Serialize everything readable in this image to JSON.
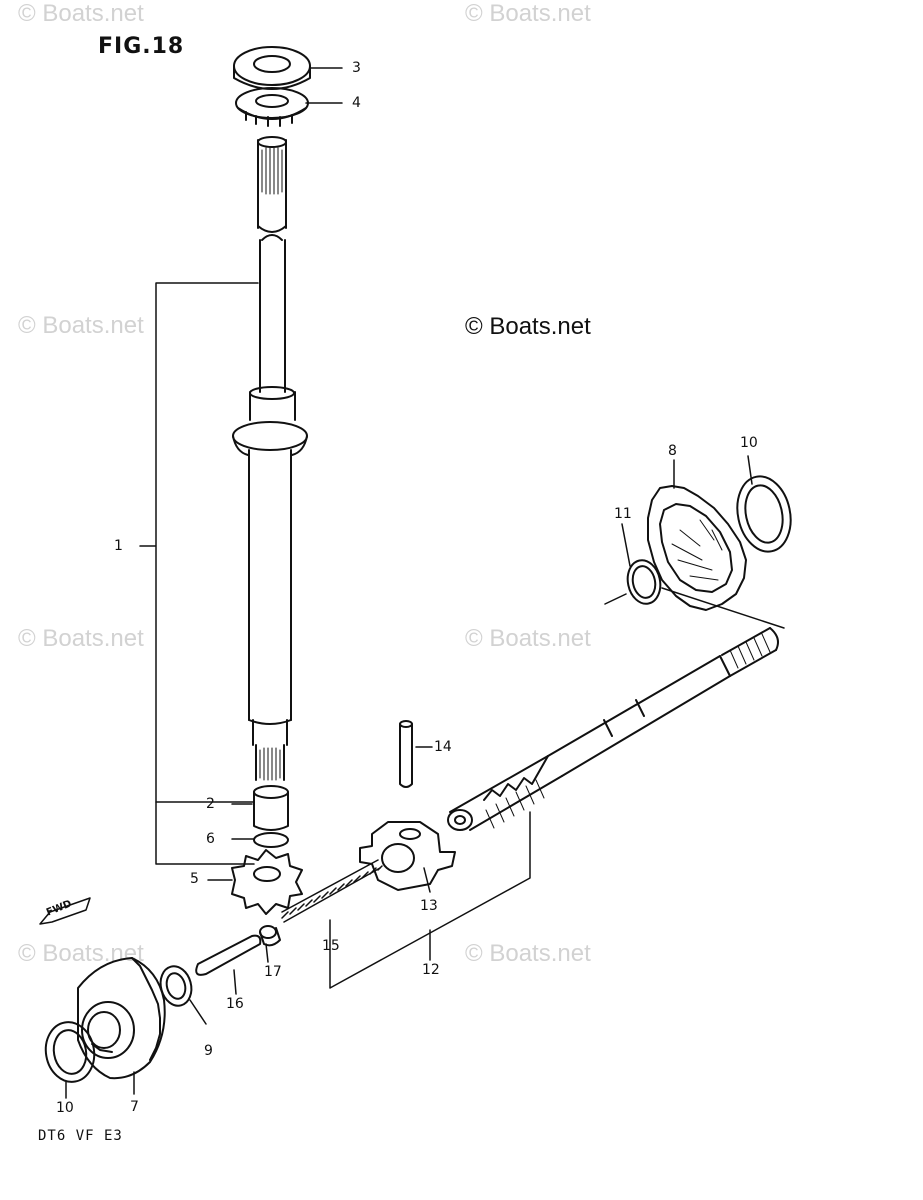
{
  "figure_label": "FIG.18",
  "model_code": "DT6  VF  E3",
  "watermark": "© Boats.net",
  "fwd_marker": "FWD",
  "callouts": {
    "c1": "1",
    "c2": "2",
    "c3": "3",
    "c4": "4",
    "c5": "5",
    "c6": "6",
    "c7": "7",
    "c8": "8",
    "c9": "9",
    "c10a": "10",
    "c10b": "10",
    "c11": "11",
    "c12": "12",
    "c13": "13",
    "c14": "14",
    "c15": "15",
    "c16": "16",
    "c17": "17"
  }
}
